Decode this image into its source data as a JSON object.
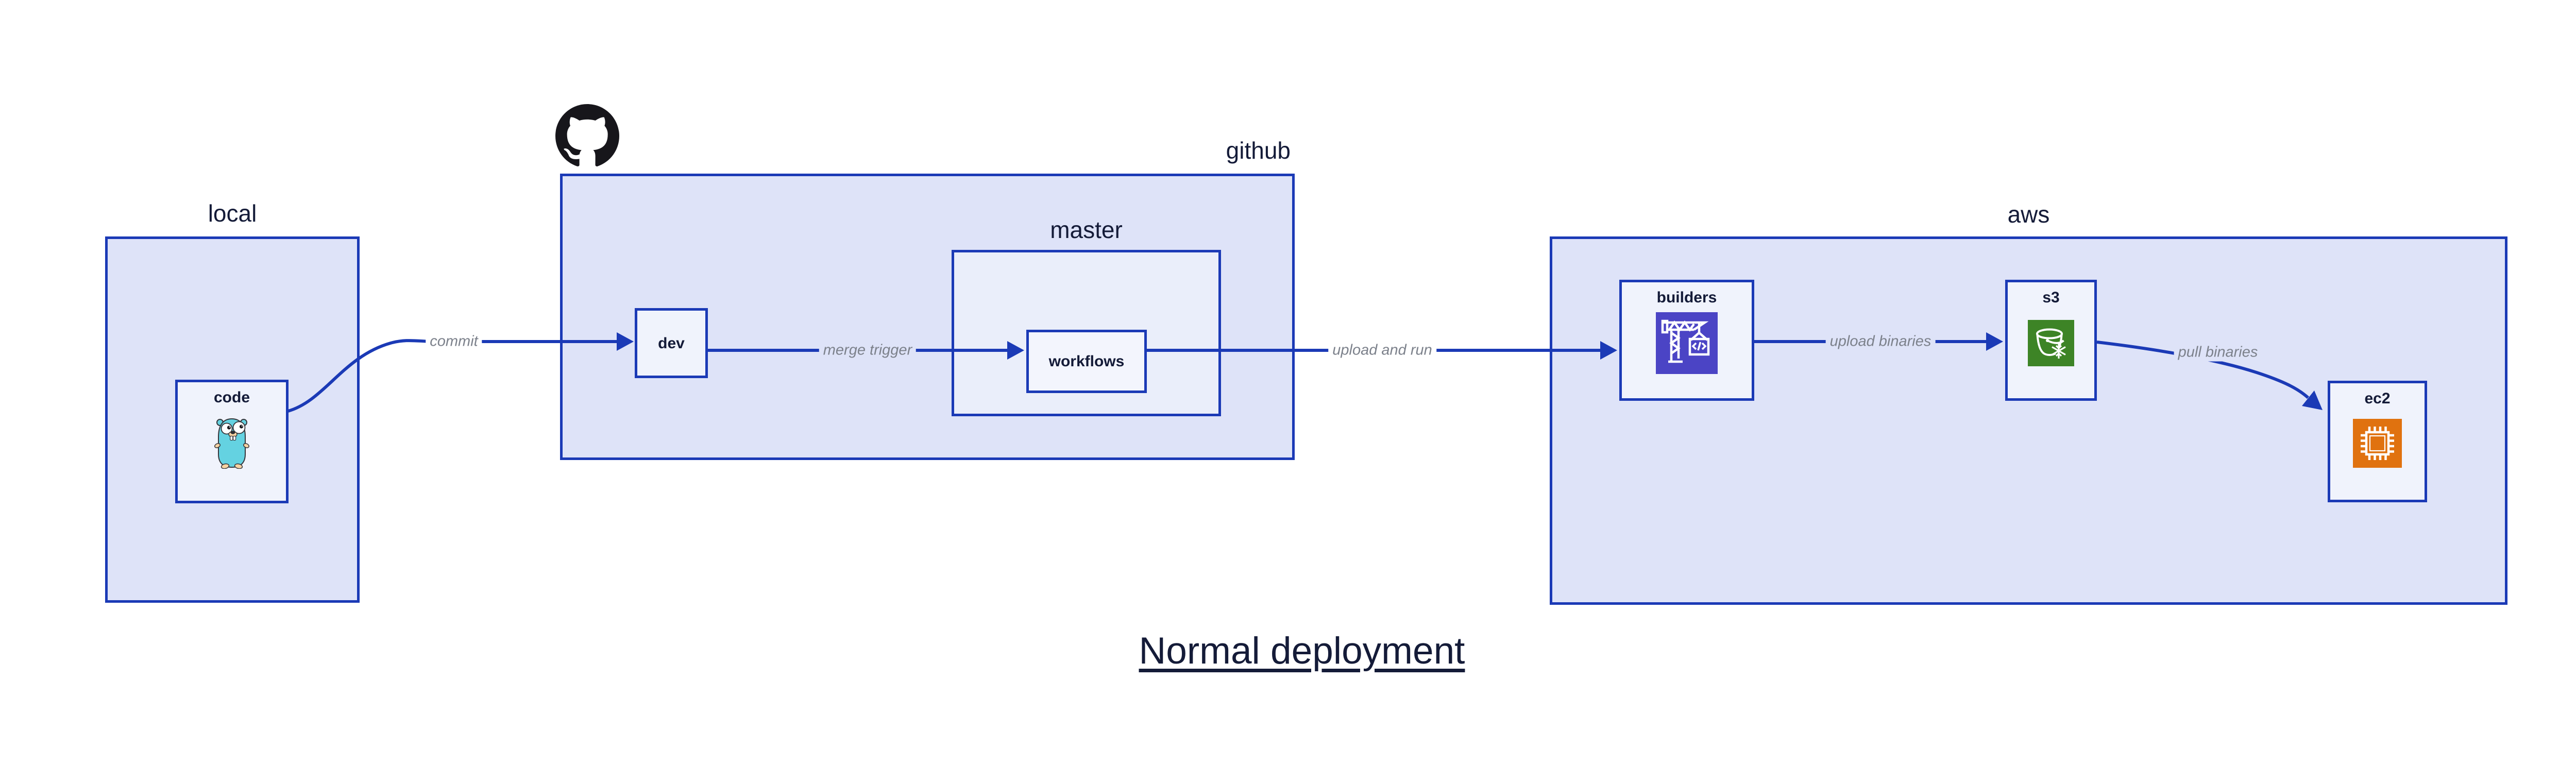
{
  "title": {
    "text": "Normal deployment"
  },
  "colors": {
    "stroke_blue": "#1b3ab6",
    "group_fill": "#dee3f8",
    "node_fill": "#f0f3fc",
    "label_dark": "#141b38",
    "edge_label_gray": "#7c818b",
    "codebuild_purple": "#4b44c5",
    "s3_green": "#3d8426",
    "ec2_orange": "#e0720f",
    "gopher_teal": "#64d2e1",
    "github_black": "#17161b"
  },
  "groups": {
    "local": {
      "label": "local"
    },
    "github": {
      "label": "github",
      "icon": "github-octocat-icon"
    },
    "master": {
      "label": "master"
    },
    "aws": {
      "label": "aws"
    }
  },
  "nodes": {
    "code": {
      "label": "code",
      "icon": "go-gopher-icon"
    },
    "dev": {
      "label": "dev"
    },
    "workflows": {
      "label": "workflows"
    },
    "builders": {
      "label": "builders",
      "icon": "codebuild-crane-icon"
    },
    "s3": {
      "label": "s3",
      "icon": "s3-glacier-bucket-icon"
    },
    "ec2": {
      "label": "ec2",
      "icon": "ec2-chip-icon"
    }
  },
  "edges": [
    {
      "id": "commit",
      "label": "commit",
      "from": "code",
      "to": "dev"
    },
    {
      "id": "merge-trigger",
      "label": "merge trigger",
      "from": "dev",
      "to": "workflows"
    },
    {
      "id": "upload-and-run",
      "label": "upload and run",
      "from": "workflows",
      "to": "builders"
    },
    {
      "id": "upload-binaries",
      "label": "upload binaries",
      "from": "builders",
      "to": "s3"
    },
    {
      "id": "pull-binaries",
      "label": "pull binaries",
      "from": "s3",
      "to": "ec2"
    }
  ]
}
